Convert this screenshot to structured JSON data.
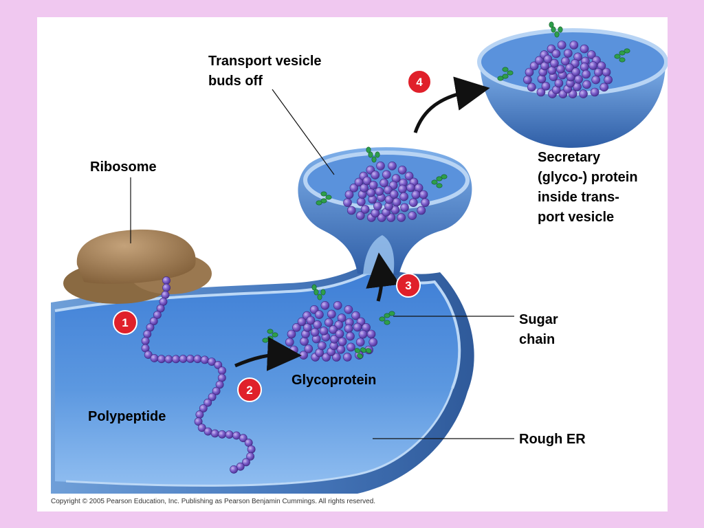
{
  "labels": {
    "transport_vesicle": "Transport vesicle\nbuds off",
    "ribosome": "Ribosome",
    "secretary": "Secretary\n(glyco-) protein\ninside trans-\nport vesicle",
    "sugar_chain": "Sugar\nchain",
    "glycoprotein": "Glycoprotein",
    "polypeptide": "Polypeptide",
    "rough_er": "Rough ER"
  },
  "steps": [
    "1",
    "2",
    "3",
    "4"
  ],
  "copyright": "Copyright © 2005 Pearson Education, Inc. Publishing as Pearson Benjamin Cummings. All rights reserved.",
  "colors": {
    "background": "#f0c8f0",
    "panel": "#ffffff",
    "er_membrane": "#5b8fd0",
    "er_lumen": "#4a86d6",
    "ribosome": "#9c7a4e",
    "protein_bead": "#7a5cc8",
    "sugar": "#2e9e4a",
    "step_badge": "#e0202a"
  }
}
